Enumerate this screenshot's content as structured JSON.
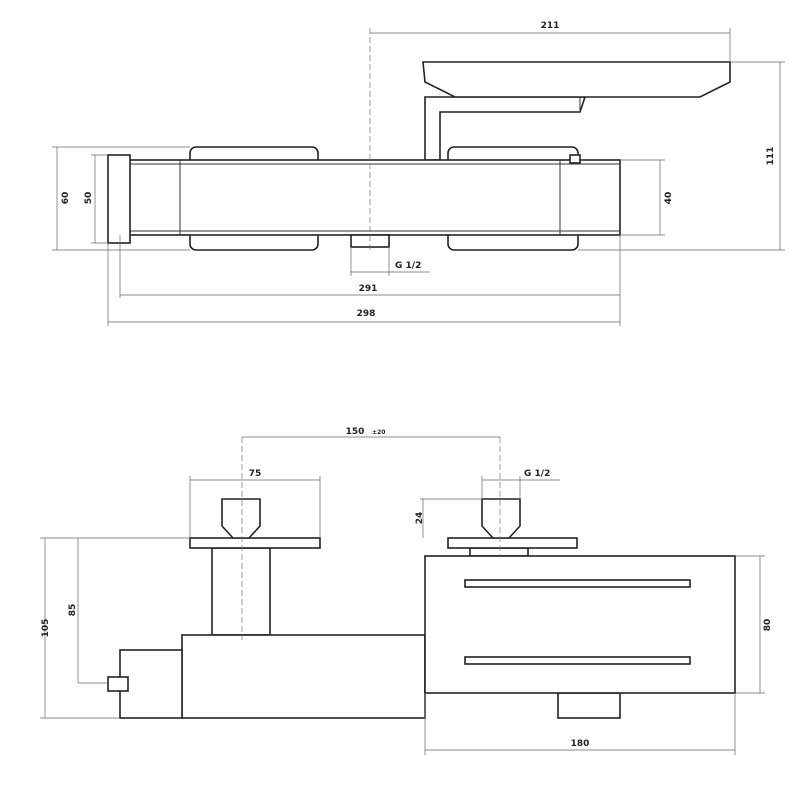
{
  "top_view": {
    "dims": {
      "spout_reach": "211",
      "height_total": "111",
      "plate_outer": "60",
      "plate_inner": "50",
      "body_height": "40",
      "outlet_thread": "G 1/2",
      "body_length": "291",
      "total_length": "298"
    }
  },
  "front_view": {
    "dims": {
      "center_distance": "150",
      "center_tolerance": "±20",
      "plate_width": "75",
      "inlet_thread": "G 1/2",
      "nut_height": "24",
      "total_height": "105",
      "outlet_height": "85",
      "spout_height": "80",
      "spout_length": "180"
    }
  }
}
